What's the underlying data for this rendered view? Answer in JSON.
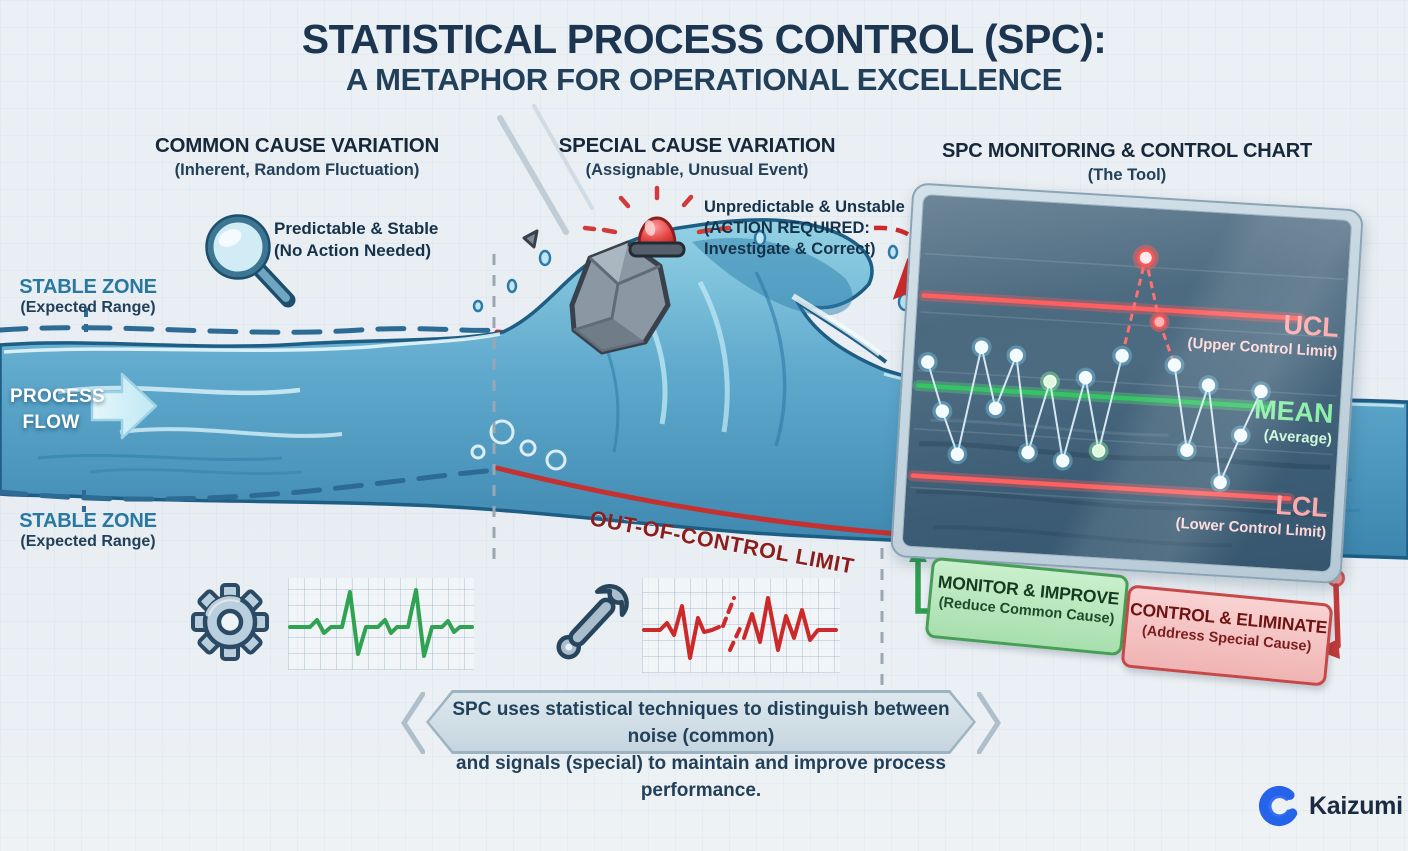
{
  "header": {
    "title_line1": "STATISTICAL PROCESS CONTROL (SPC):",
    "title_line2": "A METAPHOR FOR OPERATIONAL EXCELLENCE"
  },
  "sections": {
    "common": {
      "title": "COMMON CAUSE VARIATION",
      "subtitle": "(Inherent, Random Fluctuation)",
      "note1": "Predictable & Stable",
      "note2": "(No Action Needed)"
    },
    "special": {
      "title": "SPECIAL CAUSE VARIATION",
      "subtitle": "(Assignable, Unusual Event)",
      "note1": "Unpredictable & Unstable",
      "note2": "(ACTION REQUIRED:",
      "note3": "Investigate & Correct)"
    },
    "spc": {
      "title": "SPC MONITORING & CONTROL CHART",
      "subtitle": "(The Tool)"
    }
  },
  "river": {
    "stable_zone_top": {
      "label": "STABLE ZONE",
      "sublabel": "(Expected Range)"
    },
    "stable_zone_bottom": {
      "label": "STABLE ZONE",
      "sublabel": "(Expected Range)"
    },
    "process_flow_line1": "PROCESS",
    "process_flow_line2": "FLOW",
    "out_of_control_label": "OUT-OF-CONTROL LIMIT"
  },
  "chart_data": {
    "type": "line",
    "title": "SPC MONITORING & CONTROL CHART",
    "x": [
      1,
      2,
      3,
      4,
      5,
      6,
      7,
      8,
      9,
      10,
      11,
      12,
      13,
      14,
      15,
      16,
      17,
      18,
      19,
      20
    ],
    "values": [
      58,
      42,
      28,
      64,
      44,
      62,
      30,
      54,
      28,
      56,
      32,
      64,
      97,
      76,
      62,
      34,
      56,
      24,
      40,
      55
    ],
    "mean": 50,
    "ucl": 80,
    "lcl": 20,
    "ylim": [
      0,
      110
    ],
    "red_points": [
      12,
      13
    ],
    "green_points": [
      7,
      10
    ],
    "legend_position": "right",
    "annotations": {
      "ucl_label": "UCL",
      "ucl_sub": "(Upper Control Limit)",
      "mean_label": "MEAN",
      "mean_sub": "(Average)",
      "lcl_label": "LCL",
      "lcl_sub": "(Lower Control Limit)"
    }
  },
  "actions": {
    "monitor": {
      "title": "MONITOR & IMPROVE",
      "subtitle": "(Reduce Common Cause)"
    },
    "control": {
      "title": "CONTROL & ELIMINATE",
      "subtitle": "(Address Special Cause)"
    }
  },
  "footer": {
    "banner_line1": "SPC uses statistical techniques to distinguish between noise (common)",
    "banner_line2": "and signals (special) to maintain and improve process performance.",
    "brand": "Kaizumi"
  },
  "icons": {
    "magnifier-icon": "magnifying glass",
    "siren-icon": "alarm siren",
    "rock-icon": "falling rock",
    "gear-icon": "gear",
    "wrench-icon": "wrench",
    "green-ecg-icon": "stable heartbeat trace",
    "red-ecg-icon": "erratic heartbeat trace",
    "flow-arrow-icon": "right arrow",
    "brand-logo-icon": "blue wave C"
  },
  "colors": {
    "navy": "#1c3550",
    "steel_blue": "#2878a2",
    "water_blue": "#4e9fc7",
    "accent_red": "#cc2a2a",
    "dark_red": "#8c1d1d",
    "accent_green": "#2f9e4f",
    "brand_blue": "#2563eb"
  }
}
